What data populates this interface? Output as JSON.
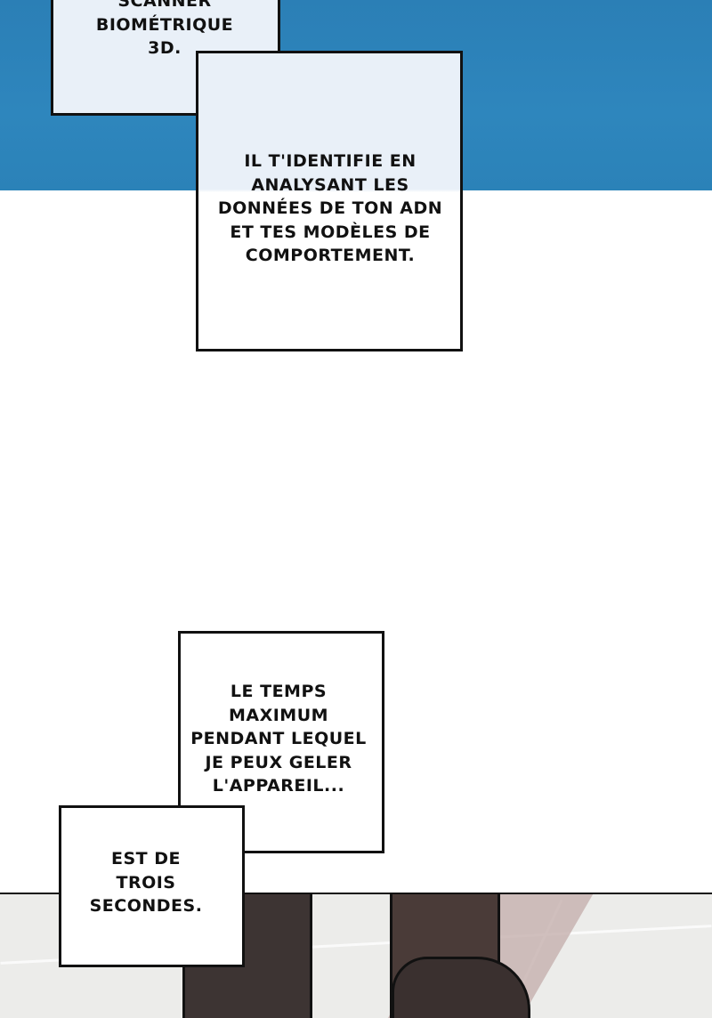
{
  "colors": {
    "sky": "#2b7fb6",
    "bubble_tint": "#e9f0f8",
    "floor": "#ececea",
    "ink": "#111111"
  },
  "bubble_top": {
    "lines_a": [
      "SCANNER",
      "BIOMÉTRIQUE",
      "3D."
    ],
    "lines_b": [
      "IL T'IDENTIFIE EN",
      "ANALYSANT LES",
      "DONNÉES DE TON ADN",
      "ET TES MODÈLES DE",
      "COMPORTEMENT."
    ]
  },
  "bubble_bottom": {
    "lines_a": [
      "LE TEMPS",
      "MAXIMUM",
      "PENDANT LEQUEL",
      "JE PEUX GELER",
      "L'APPAREIL..."
    ],
    "lines_b": [
      "EST DE",
      "TROIS",
      "SECONDES."
    ]
  }
}
